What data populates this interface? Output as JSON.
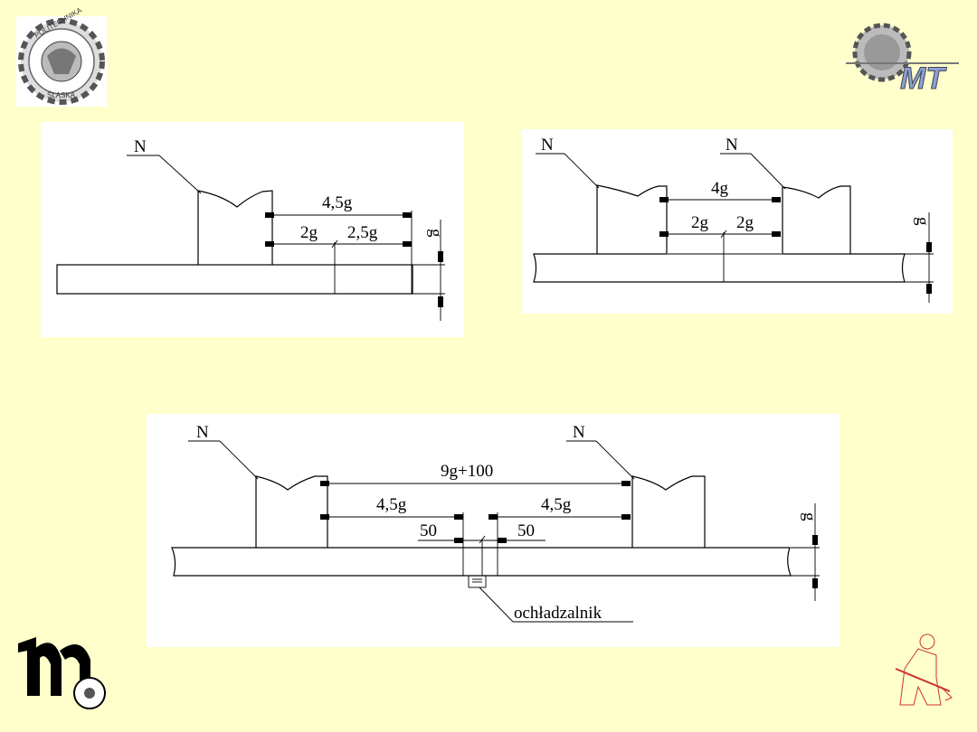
{
  "slide": {
    "background": "#FFFFCC",
    "logos": {
      "top_left": "POLITECHNIKA ŚLĄSKA",
      "top_right": "MT",
      "bottom_left": "tm"
    }
  },
  "diagrams": [
    {
      "name": "single-weld",
      "weld_label": "N",
      "dim_total": "4,5g",
      "dim_left": "2g",
      "dim_right": "2,5g",
      "thickness": "g"
    },
    {
      "name": "two-welds",
      "weld_labels": [
        "N",
        "N"
      ],
      "dim_total": "4g",
      "dim_left": "2g",
      "dim_right": "2g",
      "thickness": "g"
    },
    {
      "name": "two-welds-with-chill",
      "weld_labels": [
        "N",
        "N"
      ],
      "dim_total": "9g+100",
      "dim_left": "4,5g",
      "dim_right": "4,5g",
      "dim_chill_left": "50",
      "dim_chill_right": "50",
      "chill_label": "ochładzalnik",
      "thickness": "g"
    }
  ]
}
